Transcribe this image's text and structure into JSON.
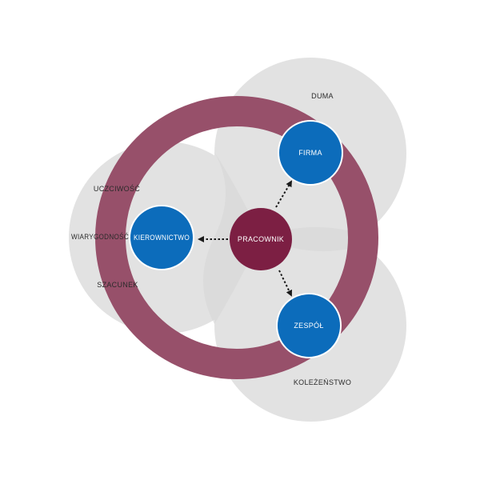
{
  "diagram": {
    "center_node": {
      "label": "PRACOWNIK"
    },
    "nodes": [
      {
        "id": "firma",
        "label": "FIRMA"
      },
      {
        "id": "kierownictwo",
        "label": "KIEROWNICTWO"
      },
      {
        "id": "zespol",
        "label": "ZESPÓŁ"
      }
    ],
    "values": {
      "firma": [
        "DUMA"
      ],
      "kierownictwo": [
        "UCZCIWOŚĆ",
        "WIARYGODNOŚĆ",
        "SZACUNEK"
      ],
      "zespol": [
        "KOLEŻEŃSTWO"
      ]
    }
  },
  "colors": {
    "ring": "#97506a",
    "center": "#7c1f43",
    "node": "#0c6cbb",
    "node_border": "#ffffff",
    "bubble": "#e2e2e2",
    "bubble_overlap": "#d6d6d6",
    "text_dark": "#2b2b2b",
    "text_light": "#ffffff",
    "arrow": "#1a1a1a"
  }
}
